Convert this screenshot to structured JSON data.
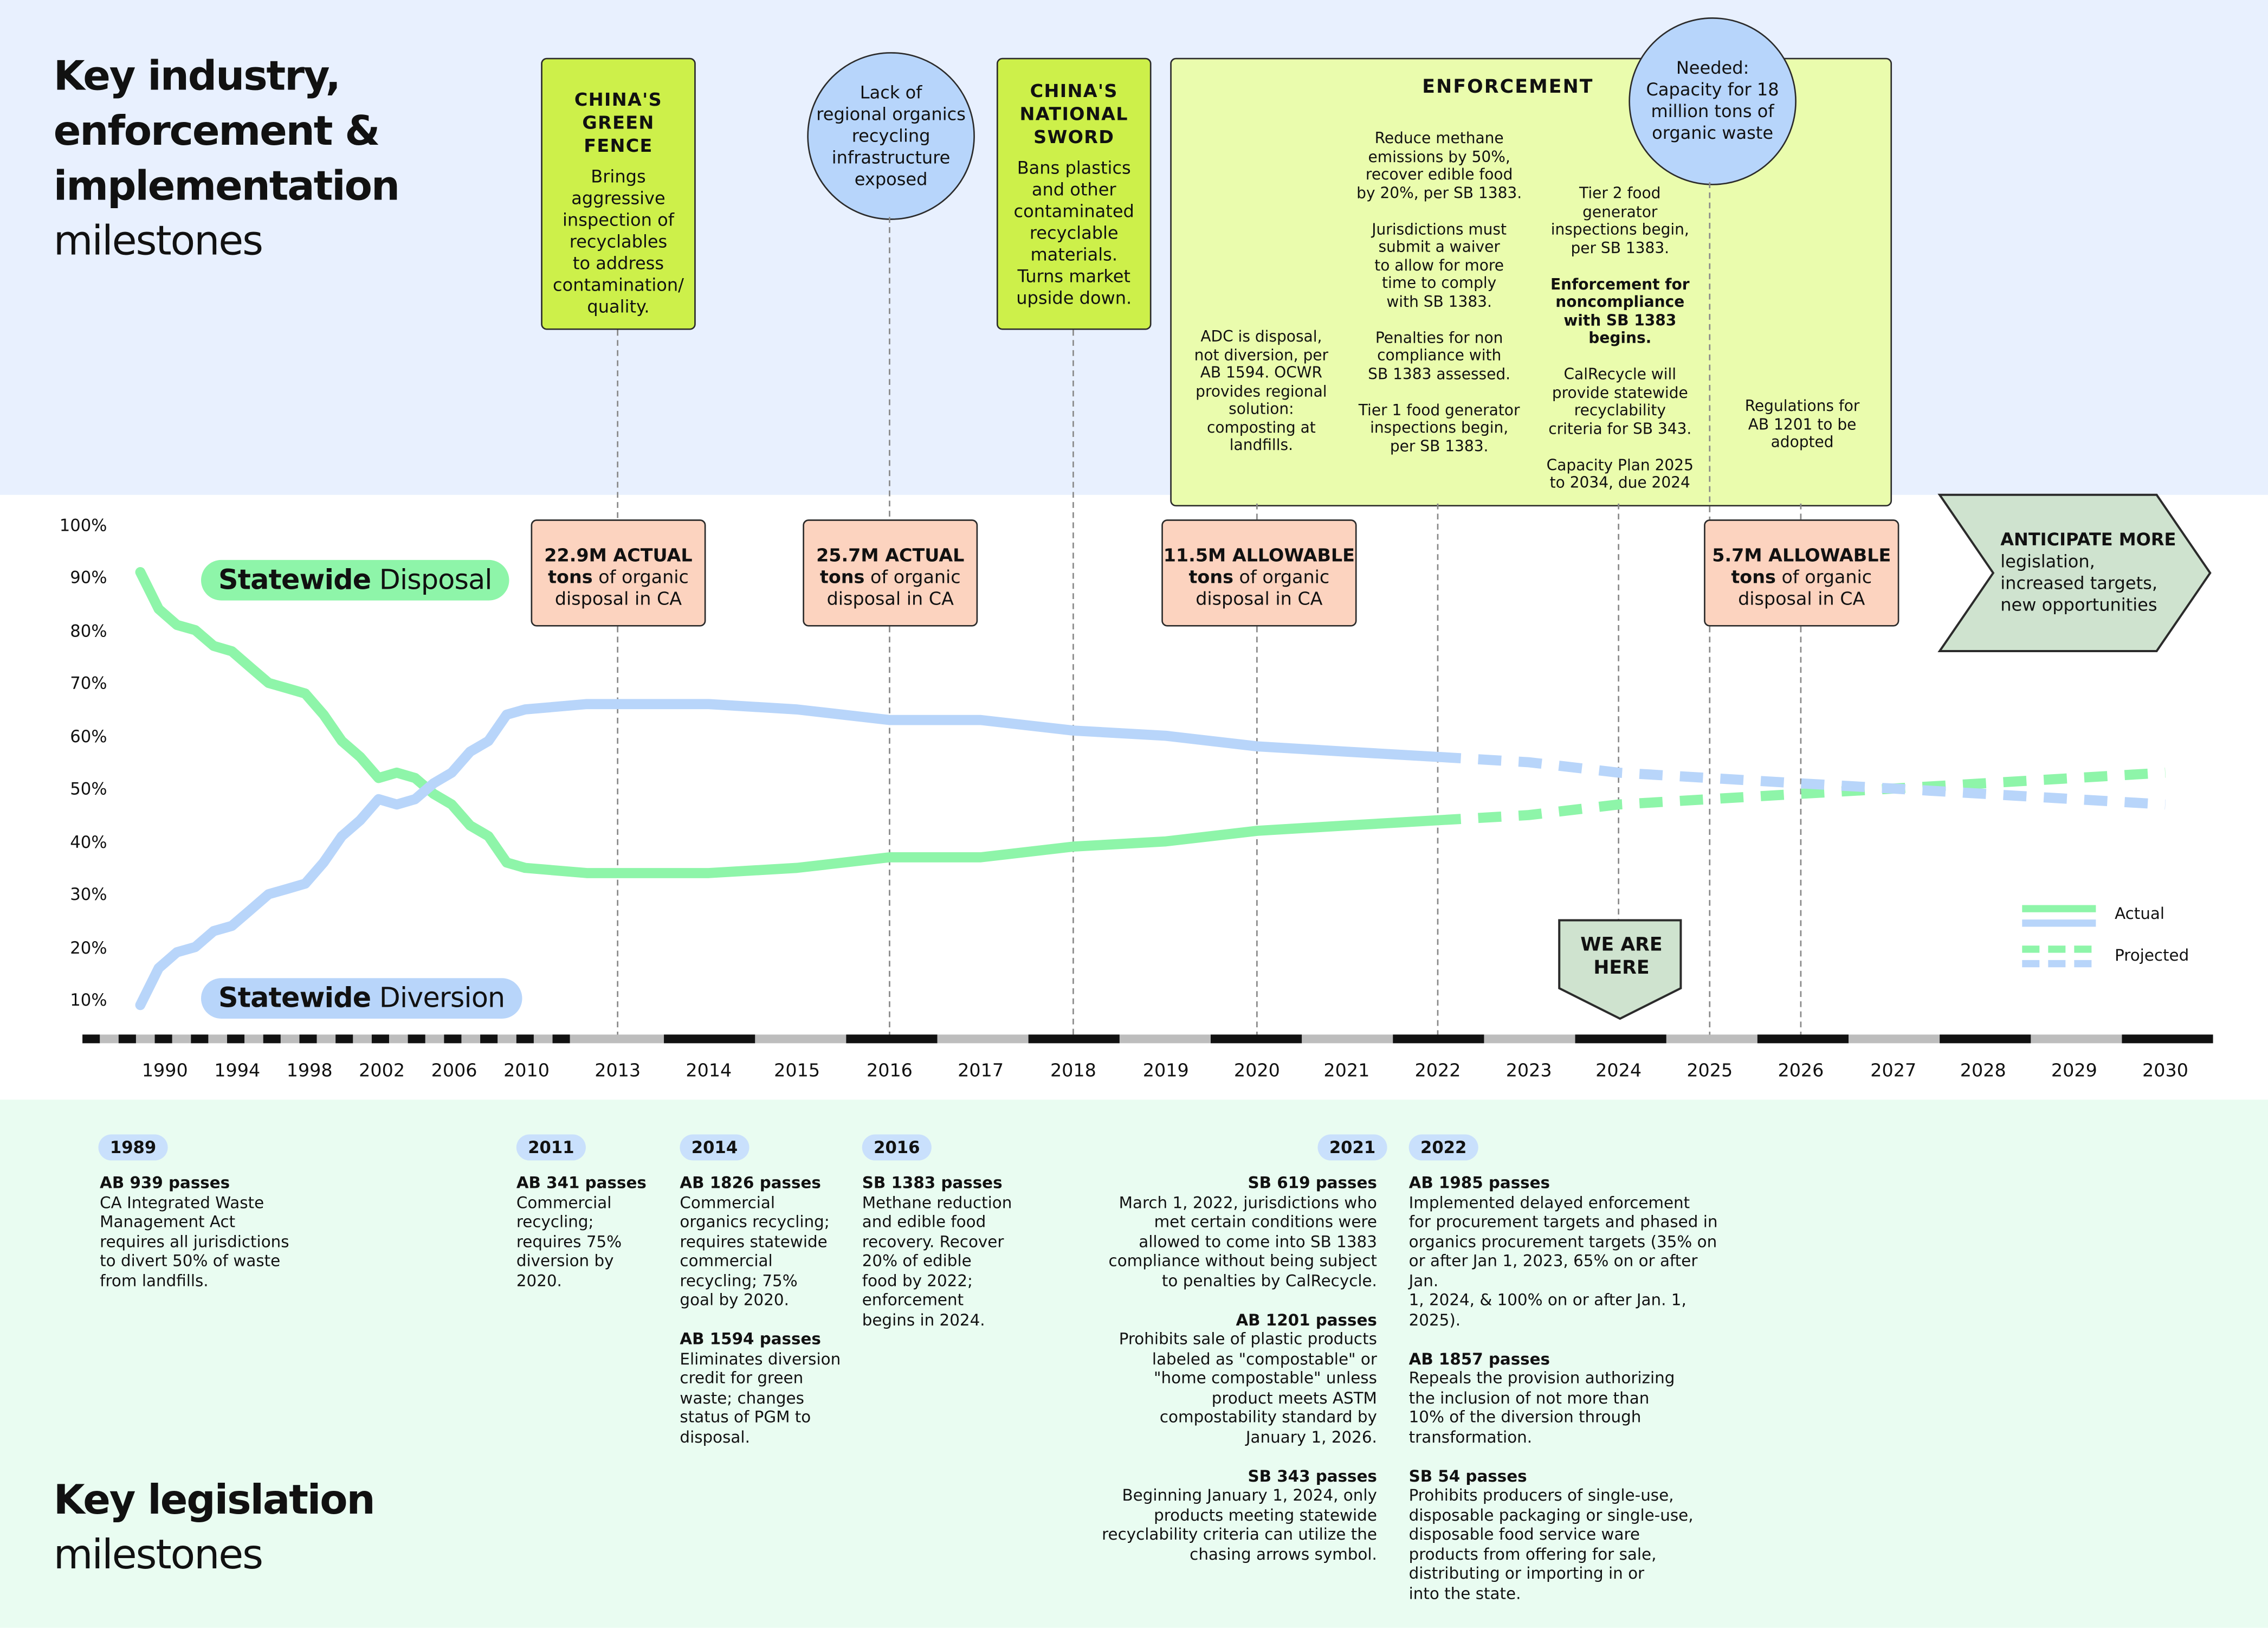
{
  "heading_top": {
    "bold1": "Key industry,",
    "bold2": "enforcement &",
    "bold3": "implementation",
    "light": "milestones"
  },
  "heading_bottom": {
    "bold": "Key legislation",
    "light": "milestones"
  },
  "green_fence": {
    "title1": "CHINA'S",
    "title2": "GREEN",
    "title3": "FENCE",
    "lines": [
      "Brings",
      "aggressive",
      "inspection of",
      "recyclables",
      "to address",
      "contamination/",
      "quality."
    ]
  },
  "national_sword": {
    "title1": "CHINA'S",
    "title2": "NATIONAL",
    "title3": "SWORD",
    "lines": [
      "Bans plastics",
      "and other",
      "contaminated",
      "recyclable",
      "materials.",
      "Turns market",
      "upside down."
    ]
  },
  "circle_infra": {
    "lines": [
      "Lack of",
      "regional organics",
      "recycling",
      "infrastructure",
      "exposed"
    ]
  },
  "circle_needed": {
    "lines": [
      "Needed:",
      "Capacity for 18",
      "million tons of",
      "organic waste"
    ]
  },
  "enforcement": {
    "title": "ENFORCEMENT",
    "col2020": [
      "ADC is disposal,",
      "not diversion, per",
      "AB 1594. OCWR",
      "provides regional",
      "solution:",
      "composting at",
      "landfills."
    ],
    "col2022": [
      "Reduce methane",
      "emissions by 50%,",
      "recover edible food",
      "by 20%, per SB 1383.",
      "",
      "Jurisdictions must",
      "submit a waiver",
      "to allow for more",
      "time to comply",
      "with SB 1383.",
      "",
      "Penalties for non",
      "compliance with",
      "SB 1383 assessed.",
      "",
      "Tier 1 food generator",
      "inspections begin,",
      "per SB 1383."
    ],
    "col2024a": [
      "Tier 2 food",
      "generator",
      "inspections begin,",
      "per SB 1383."
    ],
    "col2024b": [
      "Enforcement for",
      "noncompliance",
      "with SB 1383",
      "begins."
    ],
    "col2024c": [
      "CalRecycle will",
      "provide statewide",
      "recyclability",
      "criteria for SB 343.",
      "",
      "Capacity Plan 2025",
      "to 2034, due 2024"
    ],
    "col2026": [
      "Regulations for",
      "AB 1201 to be",
      "adopted"
    ]
  },
  "tons_boxes": [
    {
      "bold": "22.9M ACTUAL",
      "line2b": "tons",
      "line2": " of organic",
      "line3": "disposal in CA"
    },
    {
      "bold": "25.7M ACTUAL",
      "line2b": "tons",
      "line2": " of organic",
      "line3": "disposal in CA"
    },
    {
      "bold": "11.5M ALLOWABLE",
      "line2b": "tons",
      "line2": " of organic",
      "line3": "disposal in CA"
    },
    {
      "bold": "5.7M ALLOWABLE",
      "line2b": "tons",
      "line2": " of organic",
      "line3": "disposal in CA"
    }
  ],
  "anticipate": {
    "bold": "ANTICIPATE MORE",
    "lines": [
      "legislation,",
      "increased targets,",
      "new opportunities"
    ]
  },
  "we_are_here": {
    "line1": "WE ARE",
    "line2": "HERE"
  },
  "pills": {
    "disposal_bold": "Statewide",
    "disposal": " Disposal",
    "diversion_bold": "Statewide",
    "diversion": " Diversion"
  },
  "legend": {
    "actual": "Actual",
    "projected": "Projected"
  },
  "colors": {
    "disposal": "#8ef5a9",
    "diversion": "#b8d5fa",
    "top_band": "#e8f0fe",
    "bottom_band": "#e9fcf1",
    "yellow": "#cdf04a",
    "orange": "#fcd3bf",
    "sage": "#cfe3cf"
  },
  "chart_data": {
    "type": "line",
    "yticks": [
      "100%",
      "90%",
      "80%",
      "70%",
      "60%",
      "50%",
      "40%",
      "30%",
      "20%",
      "10%"
    ],
    "xticks": [
      "1990",
      "1994",
      "1998",
      "2002",
      "2006",
      "2010",
      "2013",
      "2014",
      "2015",
      "2016",
      "2017",
      "2018",
      "2019",
      "2020",
      "2021",
      "2022",
      "2023",
      "2024",
      "2025",
      "2026",
      "2027",
      "2028",
      "2029",
      "2030"
    ],
    "ylim": [
      0,
      100
    ],
    "series": [
      {
        "name": "Statewide Disposal",
        "actual": [
          [
            1989,
            91
          ],
          [
            1990,
            84
          ],
          [
            1991,
            81
          ],
          [
            1992,
            80
          ],
          [
            1993,
            77
          ],
          [
            1994,
            76
          ],
          [
            1995,
            73
          ],
          [
            1996,
            70
          ],
          [
            1997,
            69
          ],
          [
            1998,
            68
          ],
          [
            1999,
            64
          ],
          [
            2000,
            59
          ],
          [
            2001,
            56
          ],
          [
            2002,
            52
          ],
          [
            2003,
            53
          ],
          [
            2004,
            52
          ],
          [
            2005,
            49
          ],
          [
            2006,
            47
          ],
          [
            2007,
            43
          ],
          [
            2008,
            41
          ],
          [
            2009,
            36
          ],
          [
            2010,
            35
          ],
          [
            2012,
            34
          ],
          [
            2013,
            34
          ],
          [
            2014,
            34
          ],
          [
            2015,
            35
          ],
          [
            2016,
            37
          ],
          [
            2017,
            37
          ],
          [
            2018,
            39
          ],
          [
            2019,
            40
          ],
          [
            2020,
            42
          ],
          [
            2021,
            43
          ],
          [
            2022,
            44
          ]
        ],
        "projected": [
          [
            2022,
            44
          ],
          [
            2023,
            45
          ],
          [
            2024,
            47
          ],
          [
            2025,
            48
          ],
          [
            2026,
            49
          ],
          [
            2027,
            50
          ],
          [
            2028,
            51
          ],
          [
            2029,
            52
          ],
          [
            2030,
            53
          ]
        ]
      },
      {
        "name": "Statewide Diversion",
        "actual": [
          [
            1989,
            9
          ],
          [
            1990,
            16
          ],
          [
            1991,
            19
          ],
          [
            1992,
            20
          ],
          [
            1993,
            23
          ],
          [
            1994,
            24
          ],
          [
            1995,
            27
          ],
          [
            1996,
            30
          ],
          [
            1997,
            31
          ],
          [
            1998,
            32
          ],
          [
            1999,
            36
          ],
          [
            2000,
            41
          ],
          [
            2001,
            44
          ],
          [
            2002,
            48
          ],
          [
            2003,
            47
          ],
          [
            2004,
            48
          ],
          [
            2005,
            51
          ],
          [
            2006,
            53
          ],
          [
            2007,
            57
          ],
          [
            2008,
            59
          ],
          [
            2009,
            64
          ],
          [
            2010,
            65
          ],
          [
            2012,
            66
          ],
          [
            2013,
            66
          ],
          [
            2014,
            66
          ],
          [
            2015,
            65
          ],
          [
            2016,
            63
          ],
          [
            2017,
            63
          ],
          [
            2018,
            61
          ],
          [
            2019,
            60
          ],
          [
            2020,
            58
          ],
          [
            2021,
            57
          ],
          [
            2022,
            56
          ]
        ],
        "projected": [
          [
            2022,
            56
          ],
          [
            2023,
            55
          ],
          [
            2024,
            53
          ],
          [
            2025,
            52
          ],
          [
            2026,
            51
          ],
          [
            2027,
            50
          ],
          [
            2028,
            49
          ],
          [
            2029,
            48
          ],
          [
            2030,
            47
          ]
        ]
      }
    ]
  },
  "legislation": [
    {
      "year": "1989",
      "items": [
        {
          "title": "AB 939 passes",
          "lines": [
            "CA Integrated Waste",
            "Management Act",
            "requires all jurisdictions",
            "to divert 50% of waste",
            "from landfills."
          ]
        }
      ]
    },
    {
      "year": "2011",
      "items": [
        {
          "title": "AB 341 passes",
          "lines": [
            "Commercial",
            "recycling;",
            "requires 75%",
            "diversion by",
            "2020."
          ]
        }
      ]
    },
    {
      "year": "2014",
      "items": [
        {
          "title": "AB 1826 passes",
          "lines": [
            "Commercial",
            "organics recycling;",
            "requires statewide",
            "commercial",
            "recycling; 75%",
            "goal by 2020."
          ]
        },
        {
          "title": "AB 1594 passes",
          "lines": [
            "Eliminates diversion",
            "credit for green",
            "waste; changes",
            "status of PGM to",
            "disposal."
          ]
        }
      ]
    },
    {
      "year": "2016",
      "items": [
        {
          "title": "SB 1383 passes",
          "lines": [
            "Methane reduction",
            "and edible food",
            "recovery. Recover",
            "20% of edible",
            "food by 2022;",
            "enforcement",
            "begins in 2024."
          ]
        }
      ]
    },
    {
      "year": "2021",
      "items": [
        {
          "title": "SB 619 passes",
          "lines": [
            "March 1, 2022, jurisdictions who",
            "met certain conditions were",
            "allowed to come into SB 1383",
            "compliance without being subject",
            "to penalties by CalRecycle."
          ]
        },
        {
          "title": "AB 1201 passes",
          "lines": [
            "Prohibits sale of plastic products",
            "labeled as \"compostable\" or",
            "\"home compostable\" unless",
            "product meets ASTM",
            "compostability standard by",
            "January 1, 2026."
          ]
        },
        {
          "title": "SB 343 passes",
          "lines": [
            "Beginning January 1, 2024, only",
            "products meeting statewide",
            "recyclability criteria can utilize the",
            "chasing arrows symbol."
          ]
        }
      ]
    },
    {
      "year": "2022",
      "items": [
        {
          "title": "AB 1985 passes",
          "lines": [
            "Implemented delayed enforcement",
            "for procurement targets and phased in",
            "organics procurement targets (35% on",
            "or after Jan 1, 2023, 65% on or after Jan.",
            "1, 2024, & 100% on or after Jan. 1, 2025)."
          ]
        },
        {
          "title": "AB 1857 passes",
          "lines": [
            "Repeals the provision authorizing",
            "the inclusion of not more than",
            "10% of the diversion through",
            "transformation."
          ]
        },
        {
          "title": "SB 54 passes",
          "lines": [
            "Prohibits producers of single-use,",
            "disposable packaging or single-use,",
            "disposable food service ware",
            "products from offering for sale,",
            "distributing or importing in or",
            "into the state."
          ]
        }
      ]
    }
  ]
}
